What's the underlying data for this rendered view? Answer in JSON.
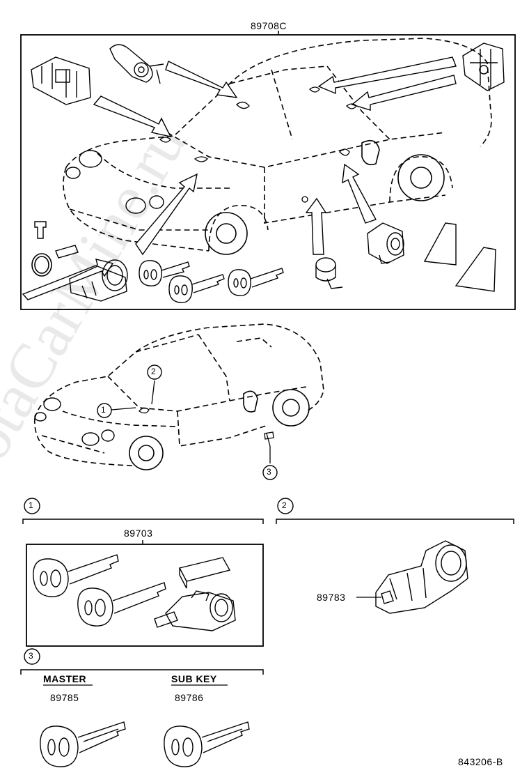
{
  "labels": {
    "top_group": "89708C",
    "group_1_part": "89703",
    "group_2_part": "89783",
    "master_heading": "MASTER",
    "master_part": "89785",
    "subkey_heading": "SUB KEY",
    "subkey_part": "89786",
    "diagram_code": "843206-B"
  },
  "callouts": [
    "1",
    "2",
    "3"
  ],
  "watermark": "ToyotaCarMine.ru"
}
